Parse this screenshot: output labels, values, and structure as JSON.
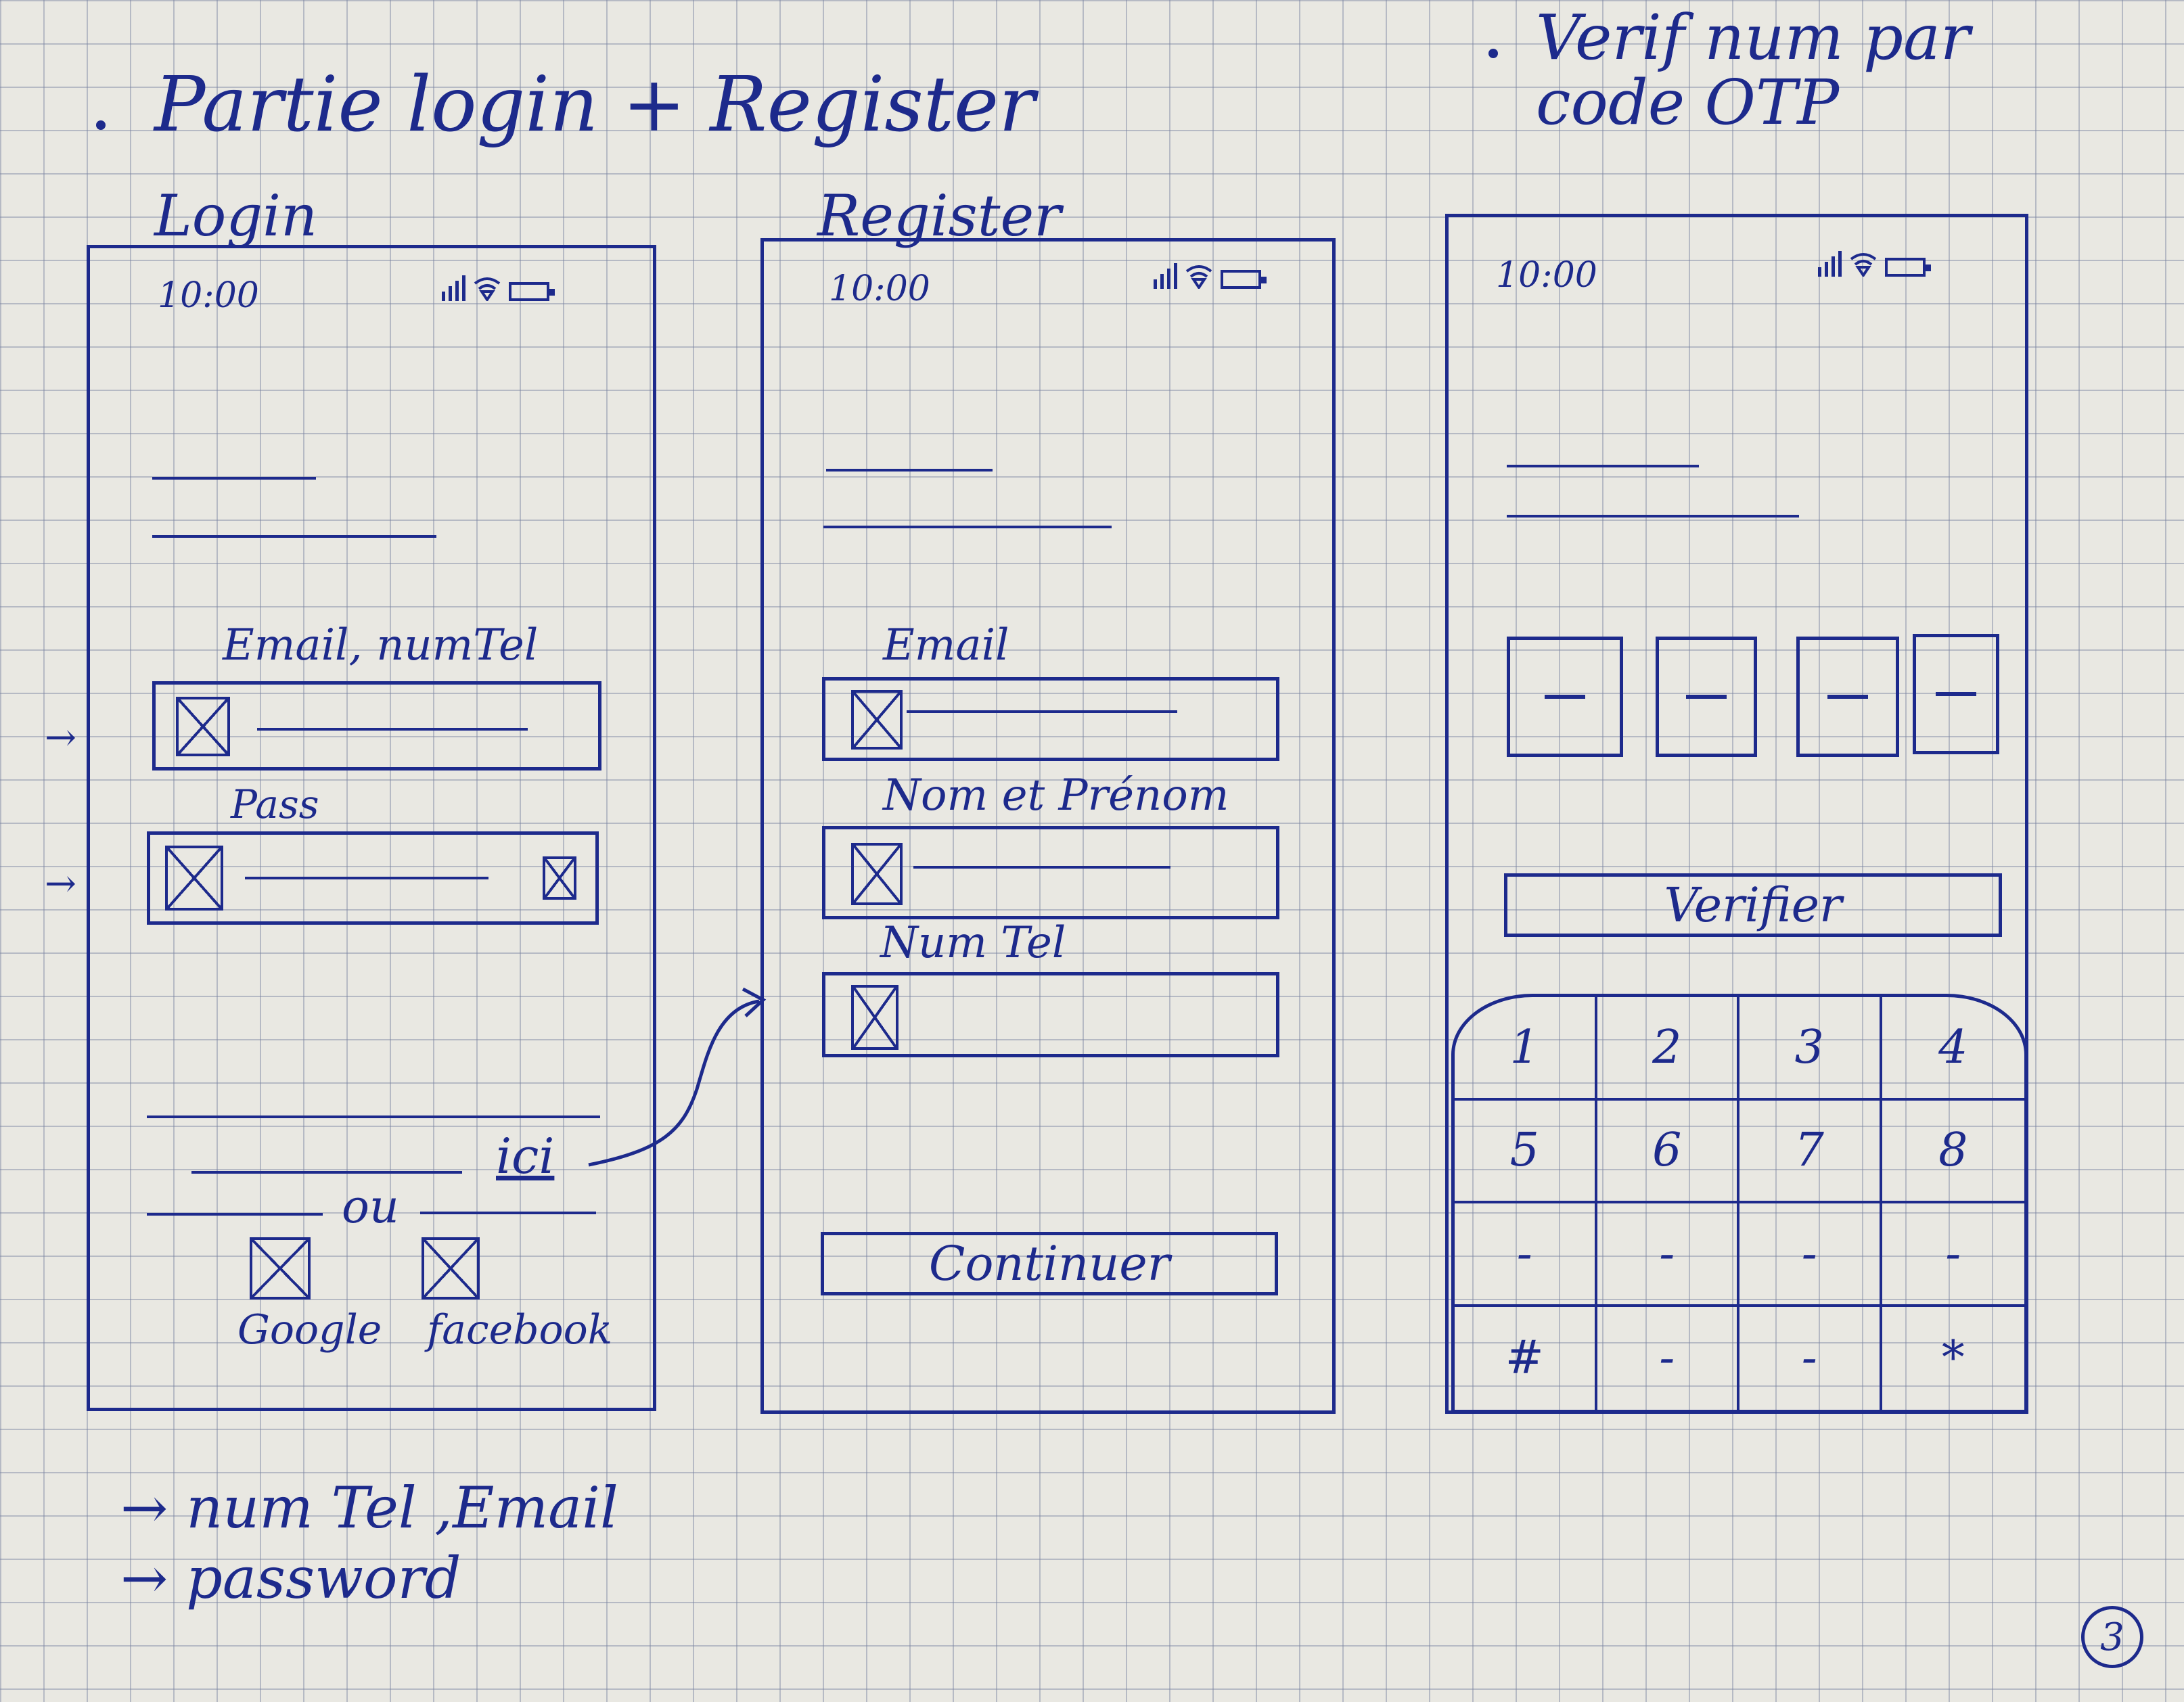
{
  "headings": {
    "main": "Partie login + Register",
    "otp": "Verif num par code OTP"
  },
  "login": {
    "title": "Login",
    "time": "10:00",
    "email_label": "Email, numTel",
    "pass_label": "Pass",
    "link_text": "ici",
    "divider_text": "ou",
    "social": [
      "Google",
      "facebook"
    ]
  },
  "register": {
    "title": "Register",
    "time": "10:00",
    "fields": [
      "Email",
      "Nom et Prénom",
      "Num Tel"
    ],
    "continue_label": "Continuer"
  },
  "otp": {
    "time": "10:00",
    "verify_label": "Verifier",
    "keypad": [
      "1",
      "2",
      "3",
      "4",
      "5",
      "6",
      "7",
      "8",
      "-",
      "-",
      "-",
      "-",
      "#",
      "-",
      "-",
      "*"
    ]
  },
  "notes": [
    "→ num Tel ,Email",
    "→ password"
  ],
  "page_number": "3"
}
